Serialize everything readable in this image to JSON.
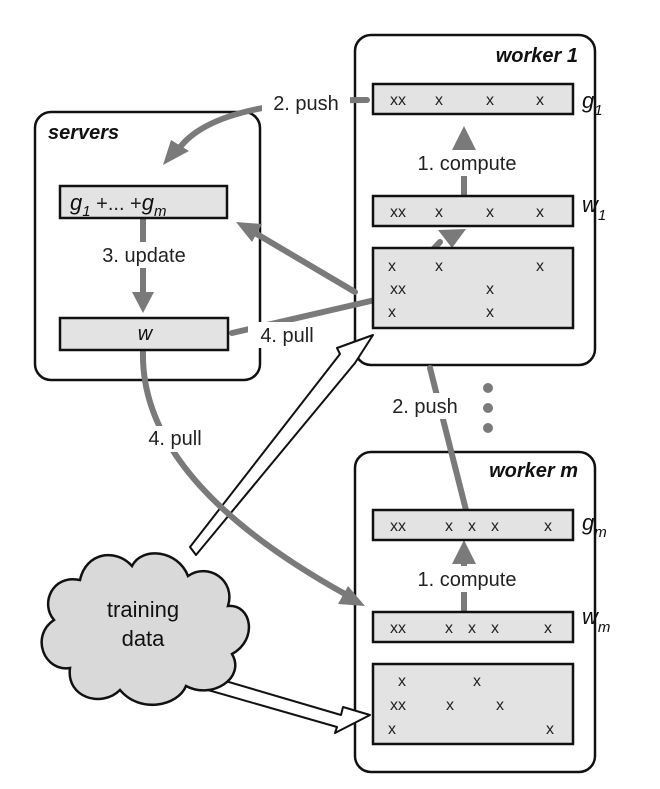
{
  "servers": {
    "title": "servers",
    "sum_label": "g1 +... +gm",
    "sum_g1": "g",
    "sum_g1_sub": "1",
    "sum_mid": " +... +",
    "sum_gm": "g",
    "sum_gm_sub": "m",
    "w_label": "w"
  },
  "worker1": {
    "title": "worker 1",
    "g_sym": "g",
    "g_sub": "1",
    "w_sym": "w",
    "w_sub": "1",
    "g_row": [
      "xx",
      "x",
      "x",
      "x"
    ],
    "w_row": [
      "xx",
      "x",
      "x",
      "x"
    ],
    "data_rows": [
      [
        "x",
        "x",
        "x"
      ],
      [
        "xx",
        "x"
      ],
      [
        "x",
        "x"
      ]
    ]
  },
  "workerm": {
    "title": "worker m",
    "g_sym": "g",
    "g_sub": "m",
    "w_sym": "w",
    "w_sub": "m",
    "g_row": [
      "xx",
      "x",
      "x",
      "x",
      "x"
    ],
    "w_row": [
      "xx",
      "x",
      "x",
      "x",
      "x"
    ],
    "data_rows": [
      [
        "x",
        "x"
      ],
      [
        "xx",
        "x",
        "x"
      ],
      [
        "x",
        "x"
      ]
    ]
  },
  "labels": {
    "push1": "2. push",
    "compute1": "1. compute",
    "update": "3. update",
    "pull1": "4. pull",
    "pushm": "2. push",
    "pullm": "4. pull",
    "computem": "1. compute"
  },
  "cloud": {
    "line1": "training",
    "line2": "data"
  }
}
